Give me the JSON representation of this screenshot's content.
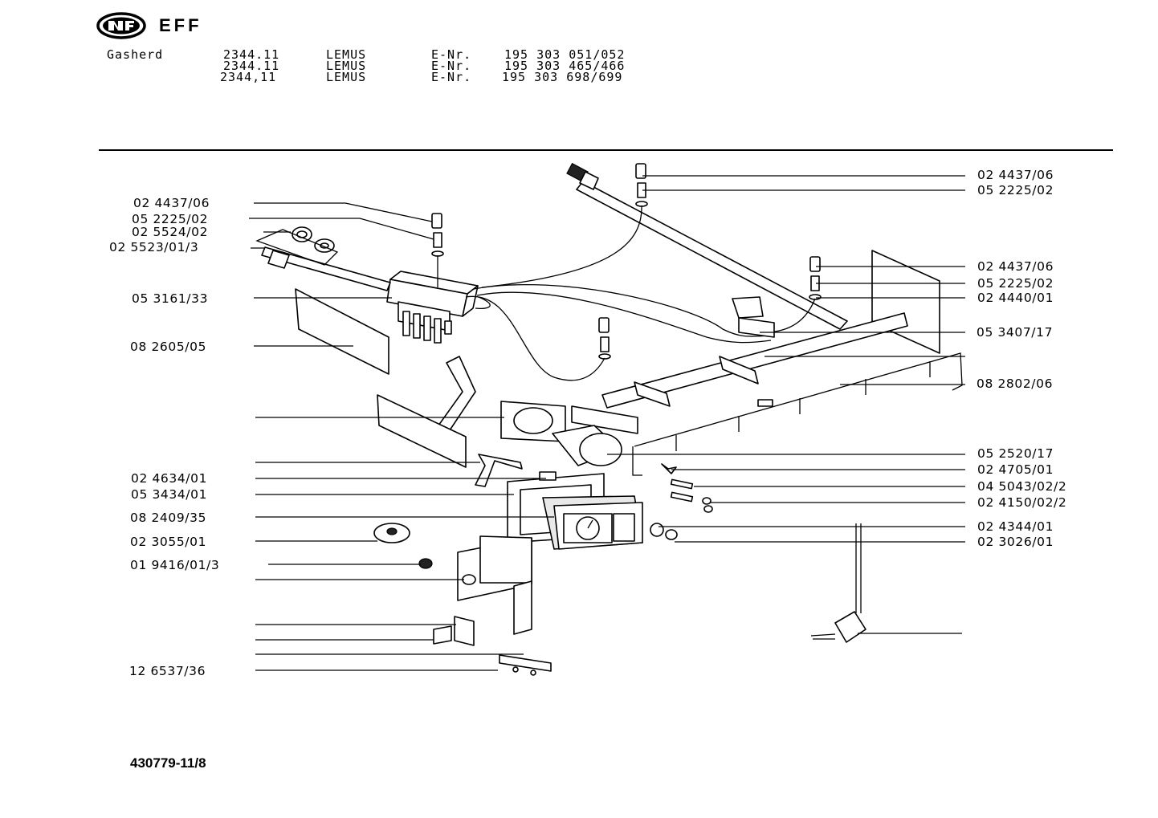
{
  "brand": {
    "letters": "EFF"
  },
  "header": {
    "product": "Gasherd",
    "rows": [
      {
        "model": "2344.11",
        "name": "LEMUS",
        "enr_label": "E-Nr.",
        "enr": "195 303 051/052"
      },
      {
        "model": "2344.11",
        "name": "LEMUS",
        "enr_label": "E-Nr.",
        "enr": "195 303 465/466"
      },
      {
        "model": "2344,11",
        "name": "LEMUS",
        "enr_label": "E-Nr.",
        "enr": "195 303 698/699"
      }
    ]
  },
  "labels": {
    "left": [
      "02 4437/06",
      "05 2225/02",
      "02 5524/02",
      "02 5523/01/3",
      "05 3161/33",
      "08 2605/05",
      "02 4634/01",
      "05 3434/01",
      "08 2409/35",
      "02 3055/01",
      "01 9416/01/3",
      "12 6537/36"
    ],
    "right": [
      "02 4437/06",
      "05  2225/02",
      "02 4437/06",
      "05  2225/02",
      "02 4440/01",
      "05 3407/17",
      "08 2802/06",
      "05 2520/17",
      "02 4705/01",
      "04 5043/02/2",
      "02 4150/02/2",
      "02 4344/01",
      "02 3026/01"
    ]
  },
  "footer": {
    "doc_number": "430779-11/8"
  }
}
